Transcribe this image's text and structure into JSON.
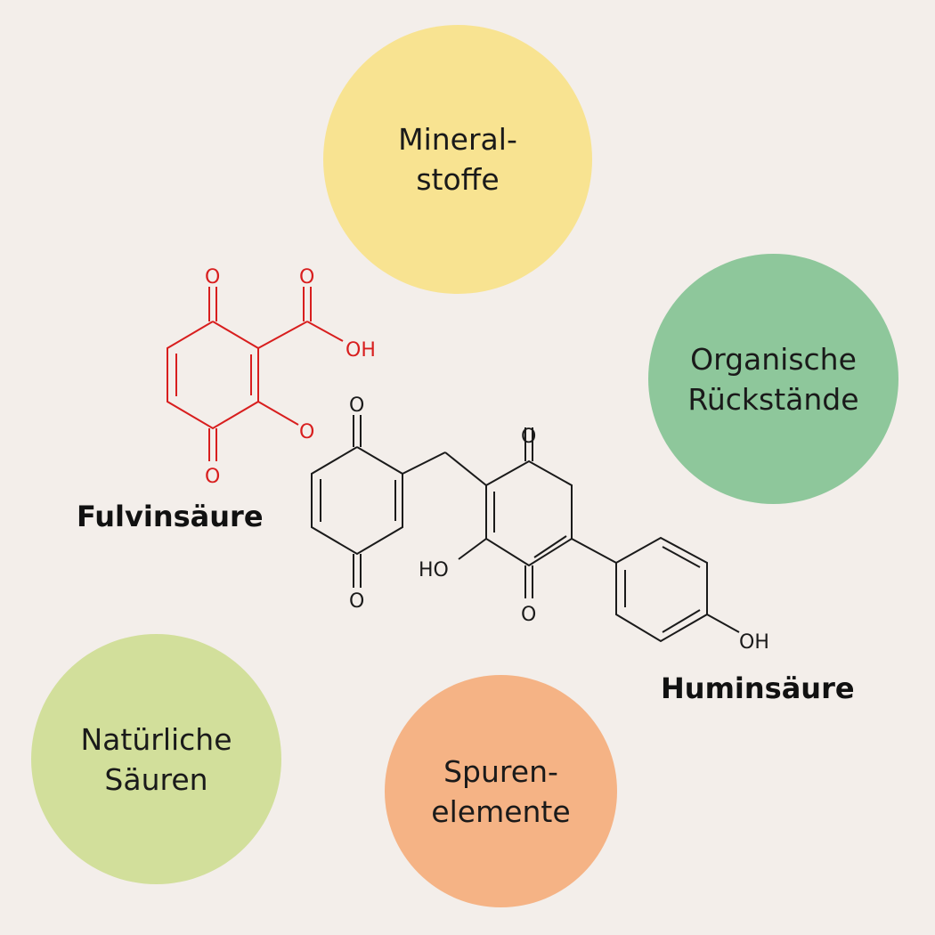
{
  "bubbles": {
    "mineral": {
      "line1": "Mineral-",
      "line2": "stoffe",
      "color": "#f8e391"
    },
    "organic": {
      "line1": "Organische",
      "line2": "Rückstände",
      "color": "#8ec79b"
    },
    "natural": {
      "line1": "Natürliche",
      "line2": "Säuren",
      "color": "#d2df9b"
    },
    "spuren": {
      "line1": "Spuren-",
      "line2": "elemente",
      "color": "#f5b385"
    }
  },
  "labels": {
    "fulvin": "Fulvinsäure",
    "humin": "Huminsäure"
  },
  "molecule": {
    "atom_o": "O",
    "atom_oh": "OH",
    "atom_ho": "HO",
    "red": "#d81e1e",
    "black": "#1a1a1a"
  }
}
